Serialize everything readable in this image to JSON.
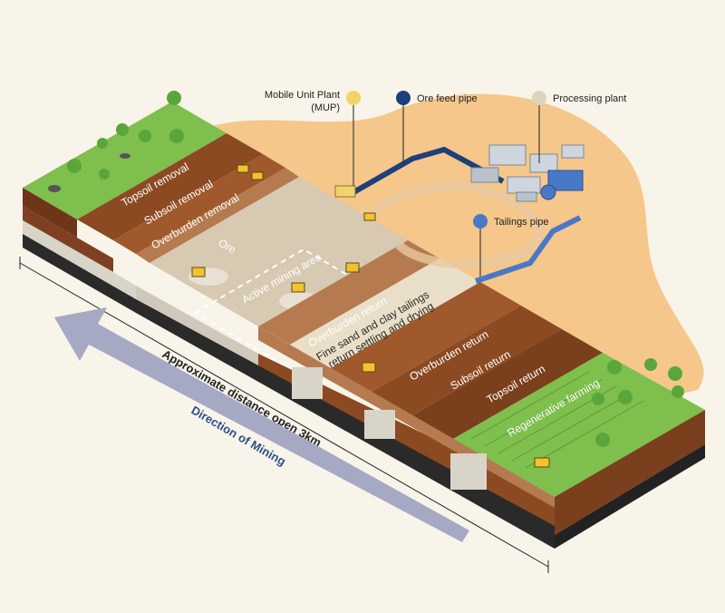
{
  "legend": {
    "mup": "Mobile Unit Plant\n(MUP)",
    "mup_line1": "Mobile Unit Plant",
    "mup_line2": "(MUP)",
    "ore_feed_pipe": "Ore feed pipe",
    "processing_plant": "Processing plant",
    "tailings_pipe": "Tailings pipe"
  },
  "layers": {
    "topsoil_removal": "Topsoil removal",
    "subsoil_removal": "Subsoil removal",
    "overburden_removal": "Overburden removal",
    "ore": "Ore",
    "active_mining_area": "Active mining area",
    "overburden_return_1": "Overburden return",
    "tailings_return_line1": "Fine sand and clay tailings",
    "tailings_return_line2": "return settling and drying",
    "overburden_return_2": "Overburden return",
    "subsoil_return": "Subsoil return",
    "topsoil_return": "Topsoil return",
    "regenerative_farming": "Regenerative farming"
  },
  "distance_label": "Approximate distance open 3km",
  "direction_label": "Direction of Mining",
  "colors": {
    "mup": "#f2d36a",
    "ore_feed_pipe": "#1f3f7a",
    "processing_plant": "#ddd3be",
    "tailings_pipe": "#4a78c8",
    "sand_background": "#f5c78a",
    "grass": "#7fbf4d",
    "topsoil": "#8b4a22",
    "subsoil": "#a0592c",
    "overburden": "#b57a4f",
    "ore": "#d7c9b2",
    "direction_arrow": "#a6a9c4"
  }
}
